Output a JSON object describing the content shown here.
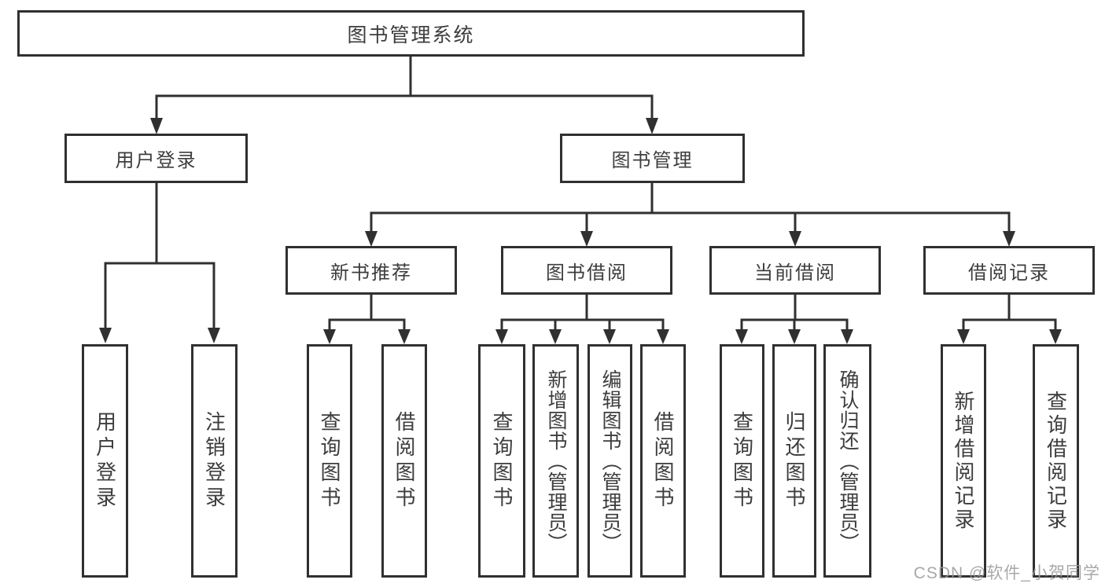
{
  "tree": {
    "root": {
      "label": "图书管理系统"
    },
    "level2": [
      {
        "label": "用户登录",
        "children": [
          {
            "label": "用户登录"
          },
          {
            "label": "注销登录"
          }
        ]
      },
      {
        "label": "图书管理",
        "sections": [
          {
            "label": "新书推荐",
            "children": [
              {
                "label": "查询图书"
              },
              {
                "label": "借阅图书"
              }
            ]
          },
          {
            "label": "图书借阅",
            "children": [
              {
                "label": "查询图书"
              },
              {
                "label": "新增图书（管理员）"
              },
              {
                "label": "编辑图书（管理员）"
              },
              {
                "label": "借阅图书"
              }
            ]
          },
          {
            "label": "当前借阅",
            "children": [
              {
                "label": "查询图书"
              },
              {
                "label": "归还图书"
              },
              {
                "label": "确认归还（管理员）"
              }
            ]
          },
          {
            "label": "借阅记录",
            "children": [
              {
                "label": "新增借阅记录"
              },
              {
                "label": "查询借阅记录"
              }
            ]
          }
        ]
      }
    ]
  },
  "watermark": {
    "text": "CSDN @软件_小贺同学"
  },
  "colors": {
    "line": "#303030",
    "text": "#3d3d3d",
    "background": "#ffffff",
    "watermark": "#9a9a9a"
  }
}
